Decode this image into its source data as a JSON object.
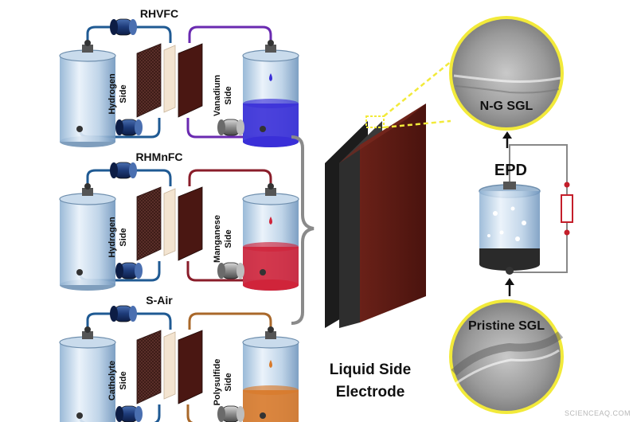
{
  "cells": [
    {
      "title": "RHVFC",
      "left_side": [
        "Hydrogen",
        "Side"
      ],
      "right_side": [
        "Vanadium",
        "Side"
      ],
      "liquid_color": "#3a2fd8",
      "tube_color": "#6a2ab0"
    },
    {
      "title": "RHMnFC",
      "left_side": [
        "Hydrogen",
        "Side"
      ],
      "right_side": [
        "Manganese",
        "Side"
      ],
      "liquid_color": "#d0243a",
      "tube_color": "#8a1d2a"
    },
    {
      "title": "S-Air",
      "left_side": [
        "Catholyte",
        "Side"
      ],
      "right_side": [
        "Polysulfide",
        "Side"
      ],
      "liquid_color": "#d97a2a",
      "tube_color": "#a9682a"
    }
  ],
  "electrode": {
    "label_line1": "Liquid Side",
    "label_line2": "Electrode"
  },
  "zoom_top": {
    "label": "N-G SGL"
  },
  "zoom_bottom": {
    "label": "Pristine SGL"
  },
  "process": {
    "label": "EPD"
  },
  "watermark": "SCIENCEAQ.COM",
  "colors": {
    "h2_tube": "#1f5a93",
    "highlight": "#f2ea3a",
    "electrode_face": "#5b1a14",
    "electrode_back": "#2b2b2b"
  }
}
